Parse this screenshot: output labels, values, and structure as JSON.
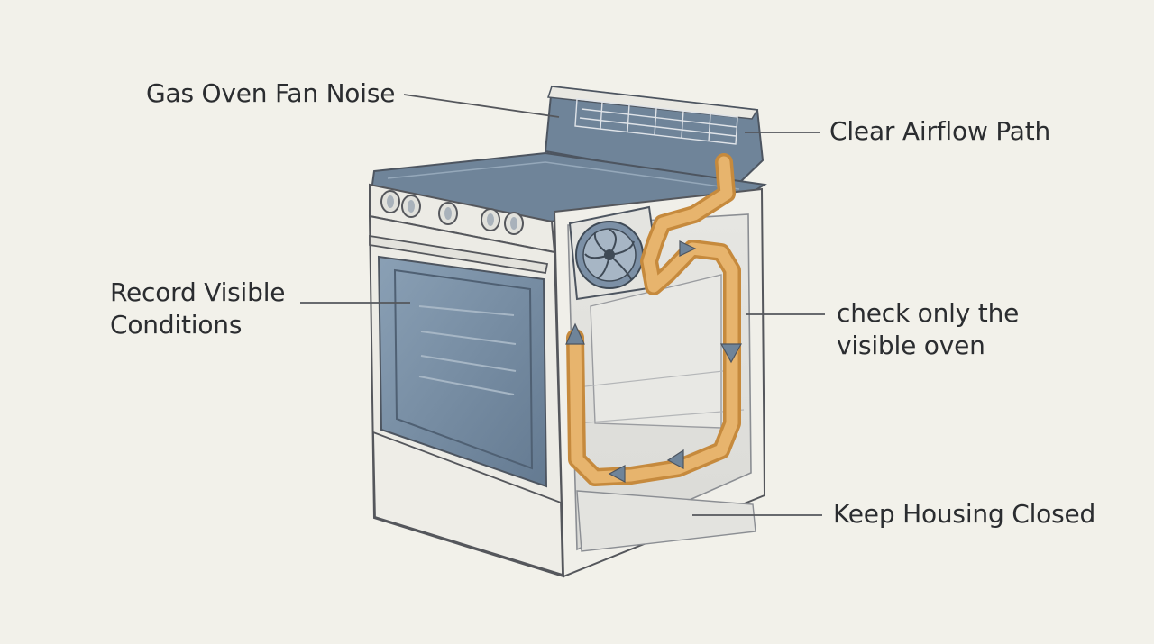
{
  "labels": {
    "fan_noise": "Gas Oven Fan Noise",
    "airflow": "Clear Airflow Path",
    "record": "Record Visible\nConditions",
    "check": "check only the\nvisible oven",
    "housing": "Keep Housing Closed"
  },
  "colors": {
    "background": "#f2f1ea",
    "outline": "#55575c",
    "cooktop": "#6e8399",
    "glass": "#7c90a6",
    "airflow": "#dda75c",
    "arrow": "#6e8399",
    "text": "#2b2d30"
  }
}
